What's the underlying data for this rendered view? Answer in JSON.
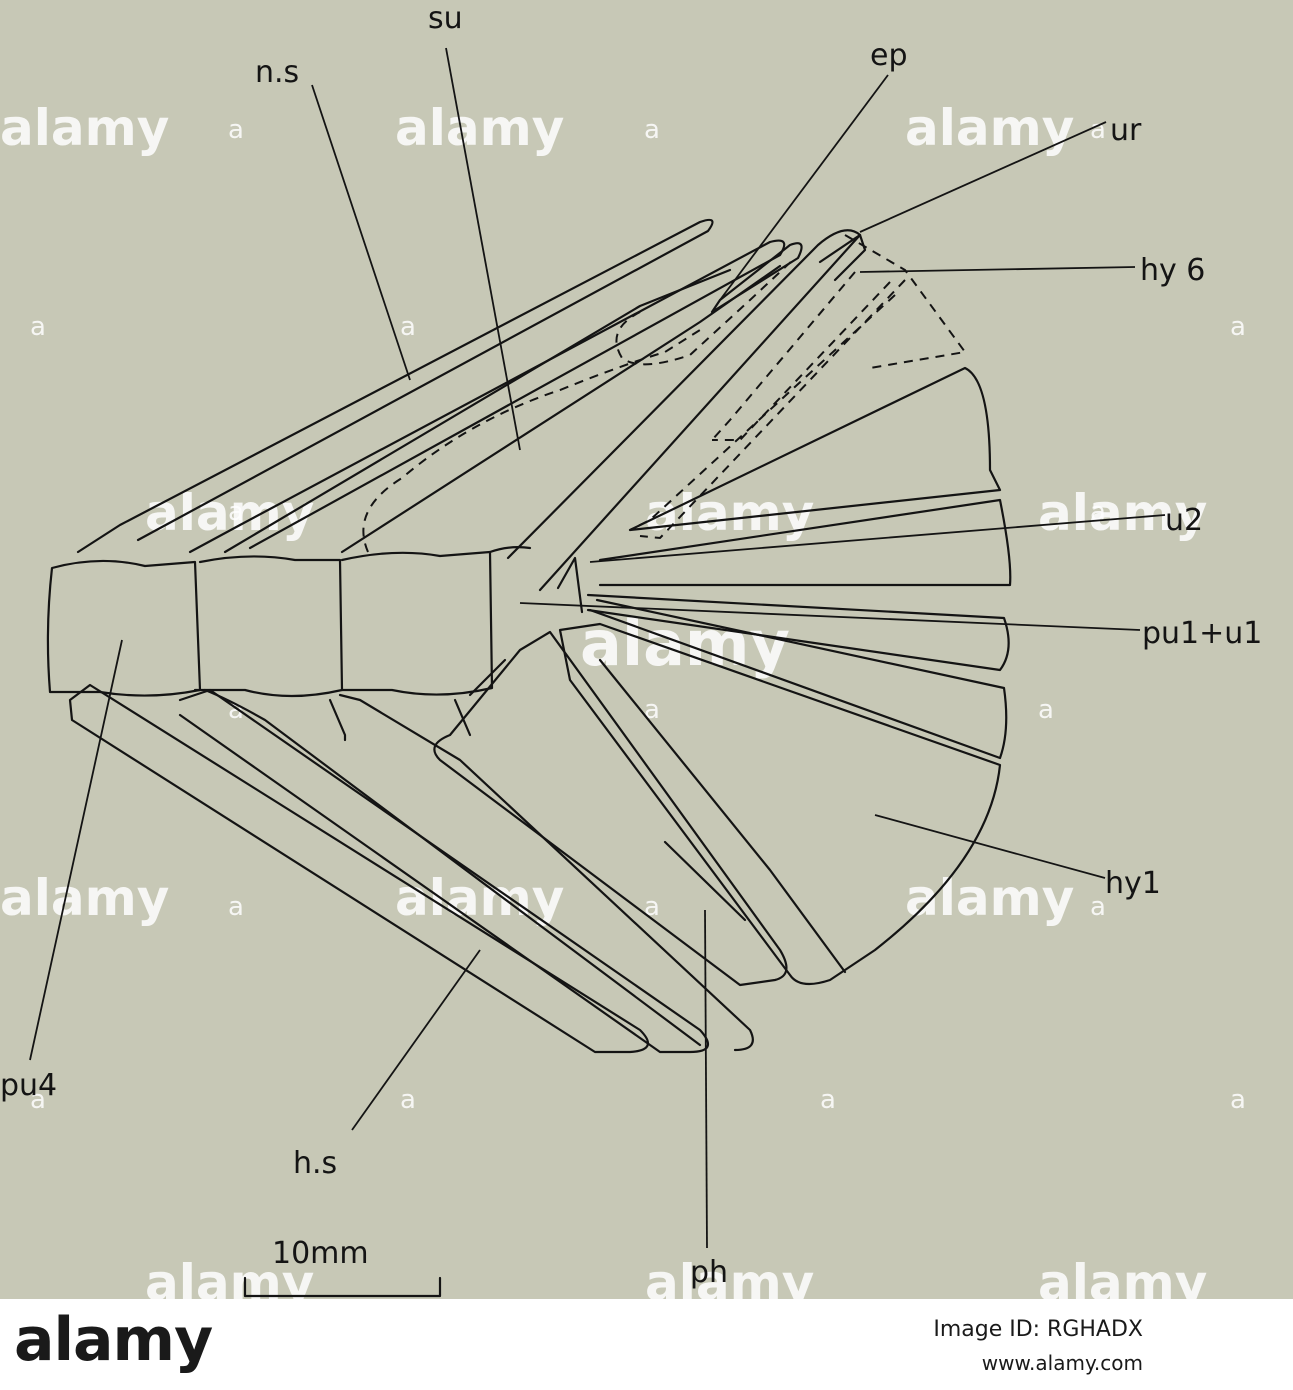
{
  "figure": {
    "labels": {
      "su": "su",
      "ns": "n.s",
      "ep": "ep",
      "ur": "ur",
      "hy6": "hy 6",
      "u2": "u2",
      "pu1u1": "pu1+u1",
      "hy1": "hy1",
      "pu4": "pu4",
      "hs": "h.s",
      "ph": "ph"
    },
    "scale_bar_label": "10mm"
  },
  "watermark": {
    "text": "alamy",
    "dot": "a"
  },
  "footer": {
    "brand": "alamy",
    "image_id": "Image ID: RGHADX",
    "site": "www.alamy.com"
  }
}
